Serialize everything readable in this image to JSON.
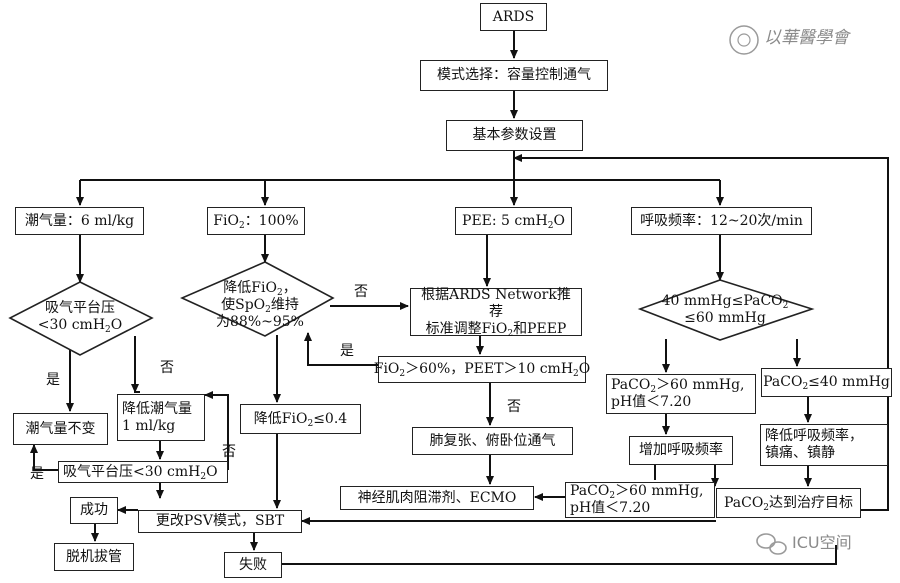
{
  "nodes": {
    "ards": "ARDS",
    "mode_select": "模式选择：容量控制通气",
    "basic_params": "基本参数设置",
    "tidal_volume": "潮气量：6 ml/kg",
    "fio2_pre": "FiO",
    "fio2_sub": "2",
    "fio2_post": "：100%",
    "peep_pre": "PEE: 5 cmH",
    "peep_sub": "2",
    "peep_post": "O",
    "resp_rate": "呼吸频率：12~20次/min",
    "plateau_q_line1": "吸气平台压",
    "plateau_q_line2_pre": "<30 cmH",
    "plateau_q_line2_sub": "2",
    "plateau_q_line2_post": "O",
    "lower_fio2_q_line1_pre": "降低FiO",
    "lower_fio2_q_line1_sub": "2",
    "lower_fio2_q_line1_post": "，",
    "lower_fio2_q_line2_pre": "使SpO",
    "lower_fio2_q_line2_sub": "2",
    "lower_fio2_q_line2_post": "维持",
    "lower_fio2_q_line3": "为88%~95%",
    "network_line1": "根据ARDS Network推荐",
    "network_line2_pre": "标准调整FiO",
    "network_line2_sub": "2",
    "network_line2_post": "和PEEP",
    "paco2_range_line1_pre": "40 mmHg≤PaCO",
    "paco2_range_line1_sub": "2",
    "paco2_range_line2": "≤60 mmHg",
    "tv_unchanged": "潮气量不变",
    "lower_tv_line1": "降低潮气量",
    "lower_tv_line2": "1 ml/kg",
    "fio2_threshold_a": "FiO",
    "fio2_threshold_sub1": "2",
    "fio2_threshold_b": "＞60%，PEET＞10 cmH",
    "fio2_threshold_sub2": "2",
    "fio2_threshold_c": "O",
    "lower_fio2_04_pre": "降低FiO",
    "lower_fio2_04_sub": "2",
    "lower_fio2_04_post": "≤0.4",
    "paco2_high_line1_pre": "PaCO",
    "paco2_high_line1_sub": "2",
    "paco2_high_line1_post": "＞60 mmHg,",
    "paco2_high_line2": "pH值＜7.20",
    "paco2_low_pre": "PaCO",
    "paco2_low_sub": "2",
    "paco2_low_post": "≤40 mmHg",
    "recruit_prone": "肺复张、俯卧位通气",
    "increase_rr": "增加呼吸频率",
    "lower_rr_line1": "降低呼吸频率，",
    "lower_rr_line2": "镇痛、镇静",
    "plateau_box_pre": "吸气平台压<30 cmH",
    "plateau_box_sub": "2",
    "plateau_box_post": "O",
    "nmb_ecmo": "神经肌肉阻滞剂、ECMO",
    "paco2_high2_line1_pre": "PaCO",
    "paco2_high2_line1_sub": "2",
    "paco2_high2_line1_post": "＞60 mmHg,",
    "paco2_high2_line2": "pH值＜7.20",
    "paco2_target_pre": "PaCO",
    "paco2_target_sub": "2",
    "paco2_target_post": "达到治疗目标",
    "success": "成功",
    "psv_sbt": "更改PSV模式，SBT",
    "extubation": "脱机拔管",
    "failure": "失败"
  },
  "edge_labels": {
    "yes": "是",
    "no": "否"
  },
  "watermarks": {
    "top_right": "以華醫學會",
    "bottom_right": "ICU空间"
  }
}
